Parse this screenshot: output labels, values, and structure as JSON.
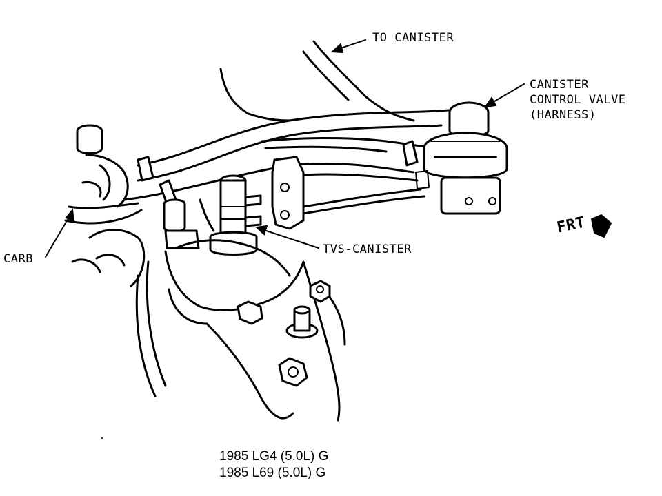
{
  "labels": {
    "to_canister": "TO CANISTER",
    "canister_control_valve": [
      "CANISTER",
      "CONTROL VALVE",
      "(HARNESS)"
    ],
    "carb": "CARB",
    "tvs_canister": "TVS-CANISTER",
    "front": "FRT"
  },
  "caption": {
    "line1": "1985 LG4 (5.0L) G",
    "line2": "1985 L69 (5.0L) G"
  },
  "colors": {
    "ink": "#000000",
    "paper": "#ffffff"
  }
}
